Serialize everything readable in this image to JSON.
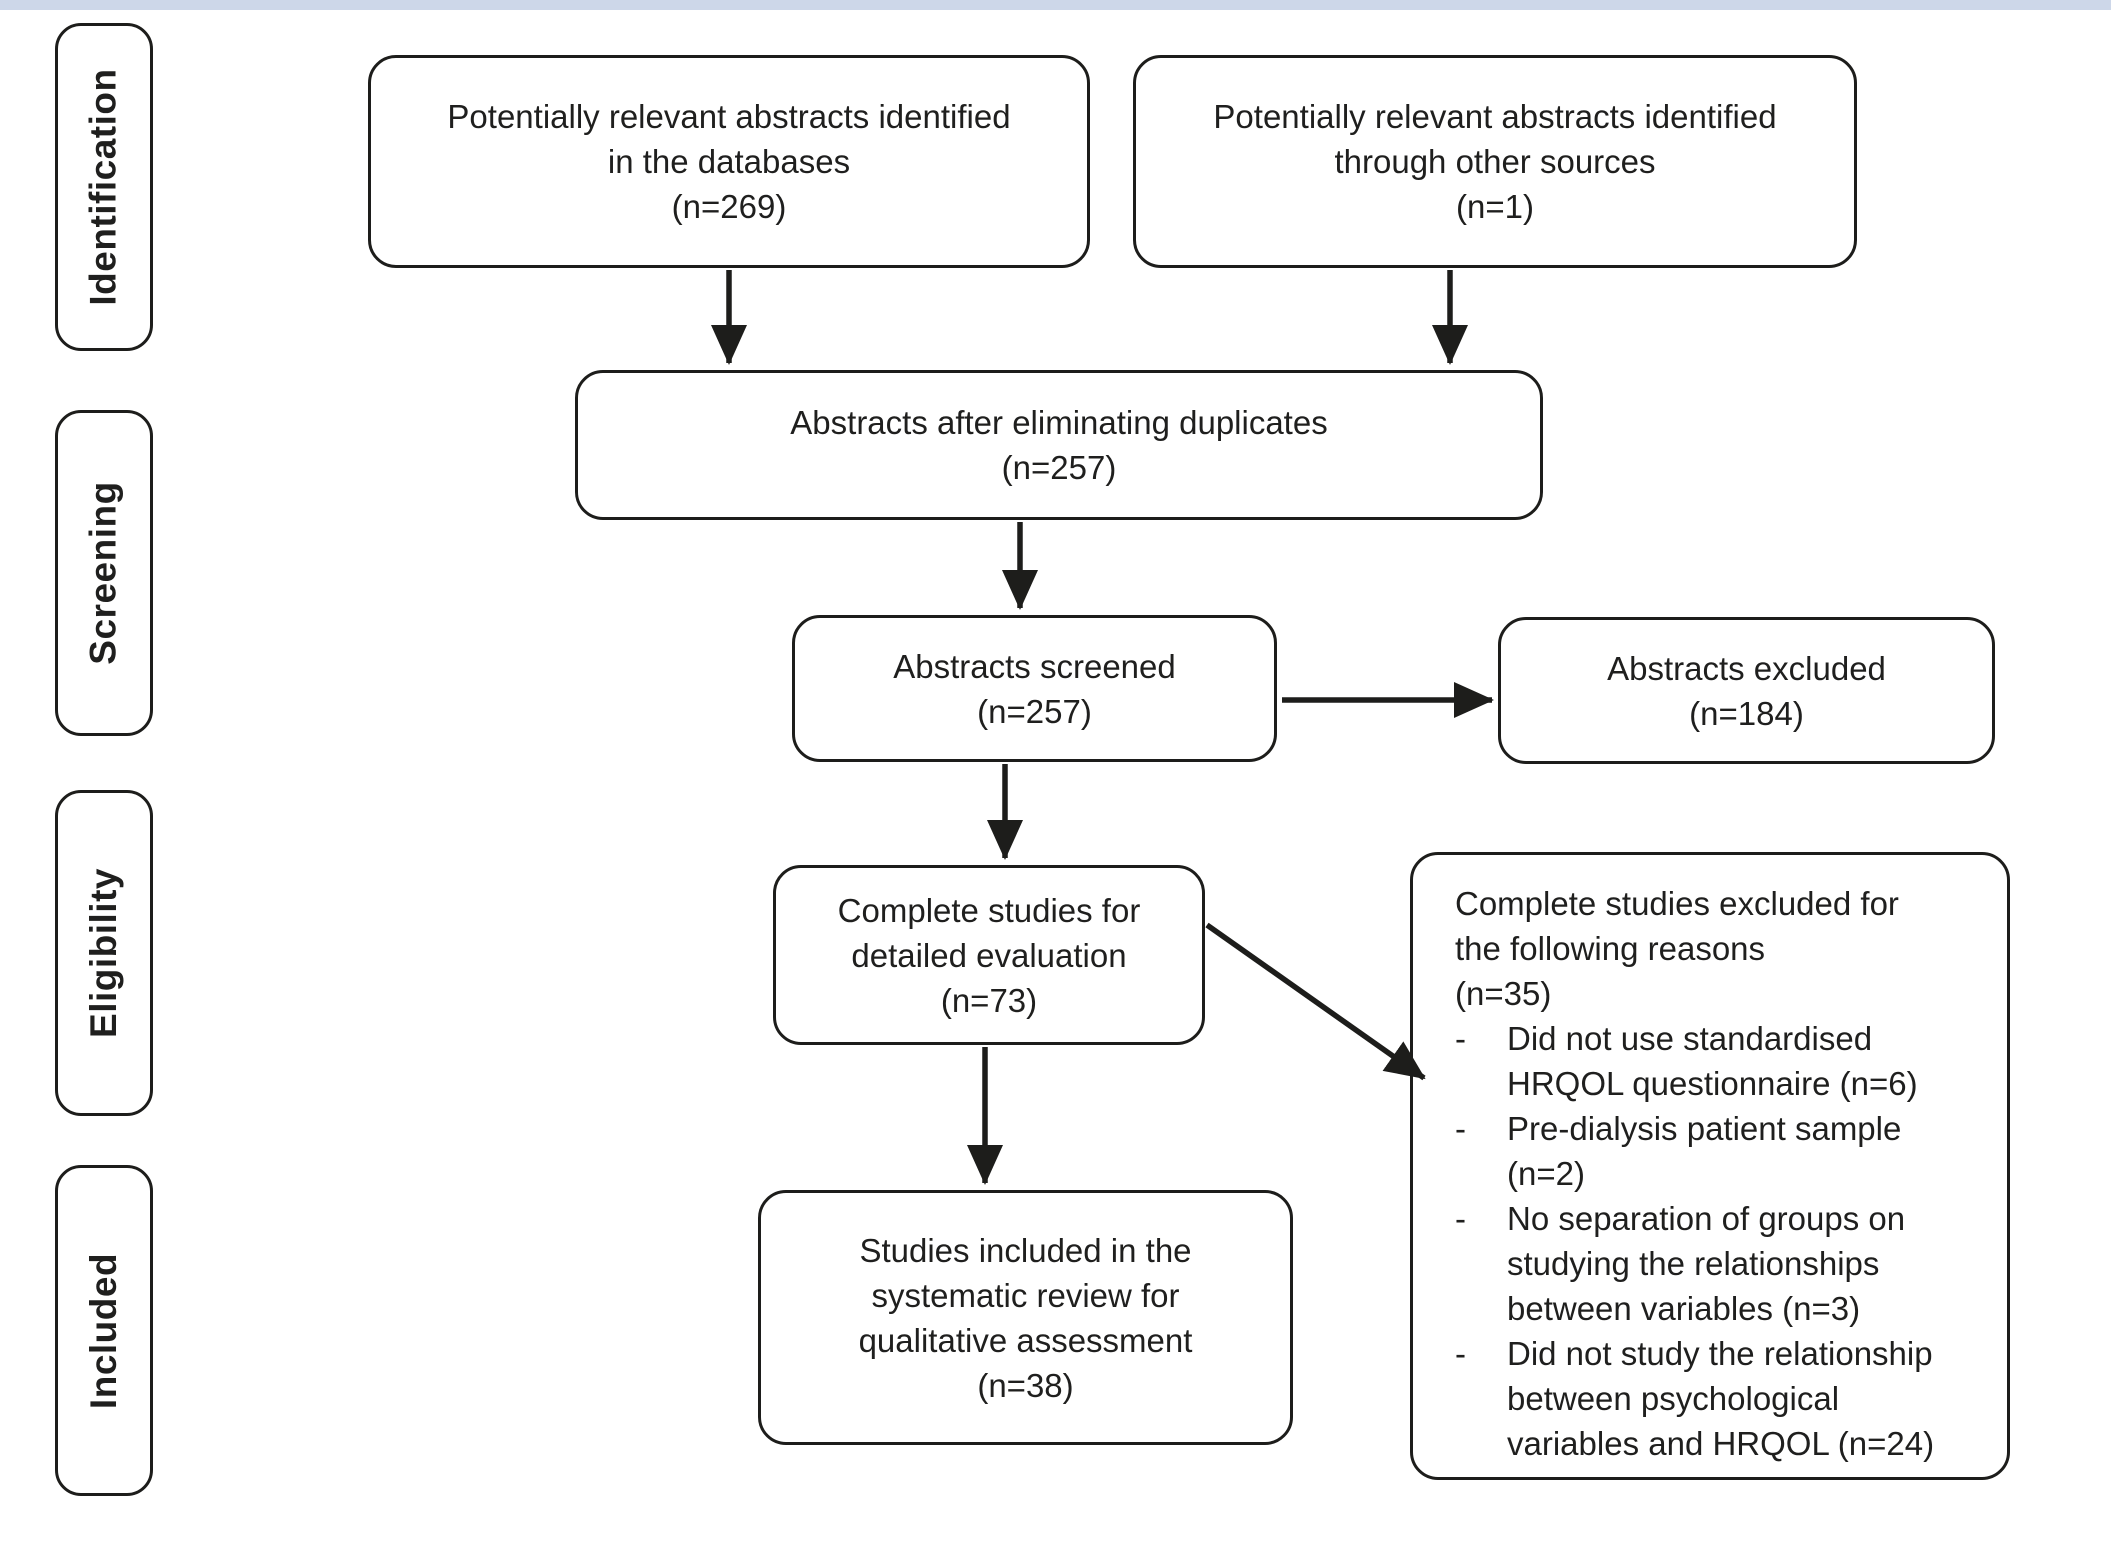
{
  "theme": {
    "top_bar_color": "#cdd7e9",
    "line_color": "#1d1d1b",
    "text_color": "#1f1f1e",
    "box_background": "#ffffff"
  },
  "stages": {
    "identification": {
      "label": "Identification"
    },
    "screening": {
      "label": "Screening"
    },
    "eligibility": {
      "label": "Eligibility"
    },
    "included": {
      "label": "Included"
    }
  },
  "boxes": {
    "identified_databases": {
      "text": "Potentially relevant abstracts identified\nin the databases\n(n=269)",
      "n": 269
    },
    "identified_other_sources": {
      "text": "Potentially relevant abstracts identified\nthrough other sources\n(n=1)",
      "n": 1
    },
    "after_duplicates": {
      "text": "Abstracts after eliminating duplicates\n(n=257)",
      "n": 257
    },
    "abstracts_screened": {
      "text": "Abstracts screened\n(n=257)",
      "n": 257
    },
    "abstracts_excluded": {
      "text": "Abstracts excluded\n(n=184)",
      "n": 184
    },
    "complete_studies": {
      "text": "Complete studies for\ndetailed evaluation\n(n=73)",
      "n": 73
    },
    "included_studies": {
      "text": "Studies included in the\nsystematic review for\nqualitative assessment\n(n=38)",
      "n": 38
    },
    "exclusion_reasons": {
      "header": "Complete studies excluded for\nthe following reasons\n(n=35)",
      "n": 35,
      "bullet_marker": "-",
      "items": [
        {
          "text": "Did not use standardised\nHRQOL questionnaire (n=6)",
          "n": 6
        },
        {
          "text": "Pre-dialysis patient sample\n(n=2)",
          "n": 2
        },
        {
          "text": "No separation of groups on\nstudying the relationships\nbetween variables (n=3)",
          "n": 3
        },
        {
          "text": "Did not study the relationship\nbetween psychological\nvariables and HRQOL (n=24)",
          "n": 24
        }
      ]
    }
  }
}
